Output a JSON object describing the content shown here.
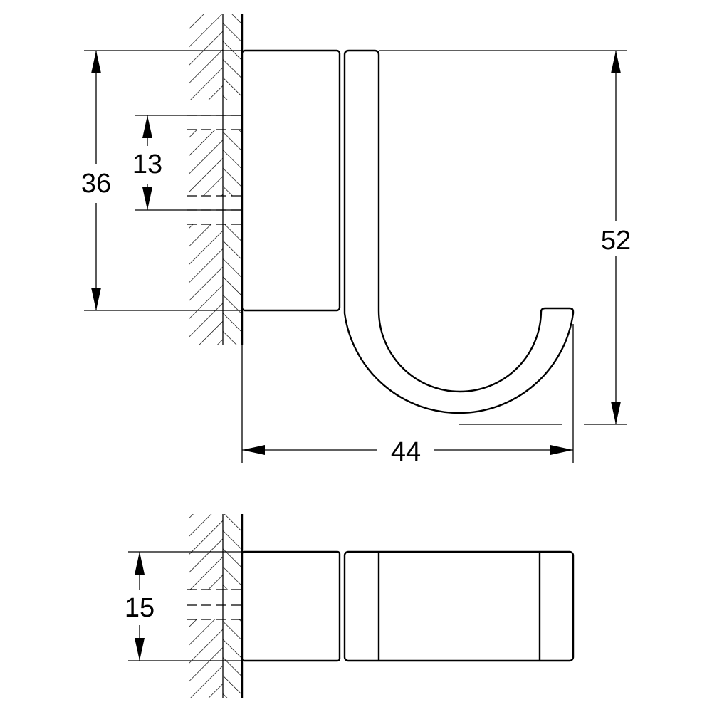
{
  "front_view": {
    "dim_height_total": "36",
    "dim_hole_spacing": "13",
    "dim_overall_height": "52",
    "dim_projection": "44"
  },
  "side_view": {
    "dim_width": "15"
  }
}
